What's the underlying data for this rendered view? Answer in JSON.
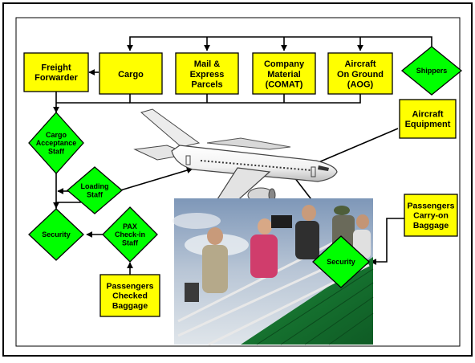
{
  "colors": {
    "box_fill": "#ffff00",
    "diamond_fill": "#00ff00",
    "line": "#000000",
    "frame": "#000000",
    "background": "#ffffff"
  },
  "boxes": {
    "freight_forwarder": [
      "Freight",
      "Forwarder"
    ],
    "cargo": [
      "Cargo"
    ],
    "mail": [
      "Mail &",
      "Express",
      "Parcels"
    ],
    "comat": [
      "Company",
      "Material",
      "(COMAT)"
    ],
    "aog": [
      "Aircraft",
      "On Ground",
      "(AOG)"
    ],
    "aircraft_equipment": [
      "Aircraft",
      "Equipment"
    ],
    "pax_carry_on": [
      "Passengers",
      "Carry-on",
      "Baggage"
    ],
    "pax_checked": [
      "Passengers",
      "Checked",
      "Baggage"
    ]
  },
  "diamonds": {
    "shippers": [
      "Shippers"
    ],
    "cargo_acceptance": [
      "Cargo",
      "Acceptance",
      "Staff"
    ],
    "loading_staff": [
      "Loading",
      "Staff"
    ],
    "security_left": [
      "Security"
    ],
    "pax_checkin": [
      "PAX",
      "Check-in",
      "Staff"
    ],
    "security_right": [
      "Security"
    ]
  },
  "images": {
    "airplane": "airplane-illustration",
    "boarding_photo": "passengers-boarding-stairs-photo"
  }
}
